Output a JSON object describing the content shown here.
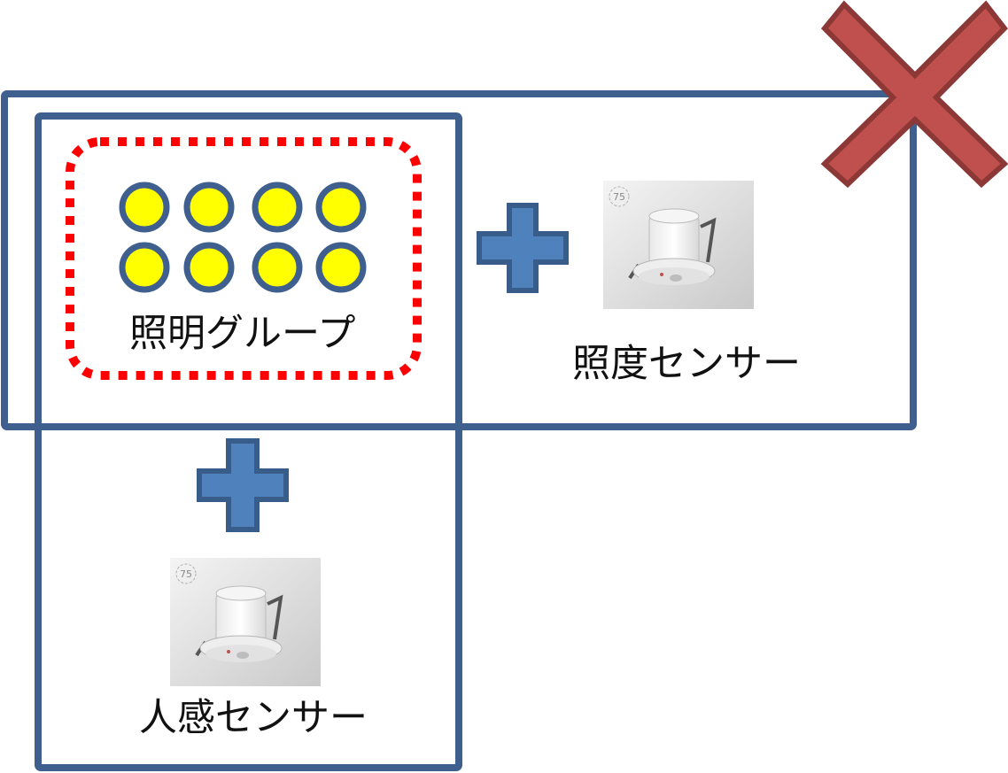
{
  "groups": {
    "lighting": {
      "label": "照明グループ",
      "light_count": 8,
      "light_color": "#FFFF00",
      "border_color": "#FF0000"
    },
    "illuminance_sensor": {
      "label": "照度センサー",
      "badge": "75"
    },
    "motion_sensor": {
      "label": "人感センサー",
      "badge": "75"
    }
  },
  "symbols": {
    "plus_color": "#4F81BD",
    "plus_outline": "#385D8A",
    "cross_color": "#C0504D",
    "cross_outline": "#8C3836",
    "frame_color": "#3F5F8F"
  }
}
